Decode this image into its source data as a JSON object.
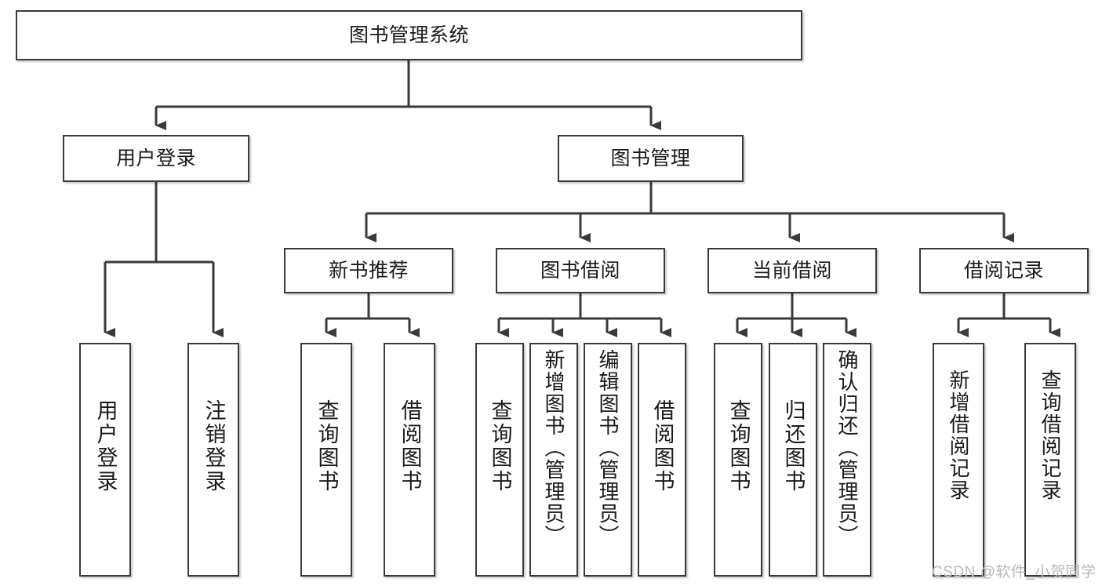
{
  "diagram": {
    "type": "tree",
    "title": "图书管理系统",
    "root": {
      "id": "root",
      "label": "图书管理系统"
    },
    "level2": [
      {
        "id": "user-login",
        "label": "用户登录"
      },
      {
        "id": "book-manage",
        "label": "图书管理"
      }
    ],
    "level3": [
      {
        "id": "new-book-recommend",
        "label": "新书推荐",
        "parent": "book-manage"
      },
      {
        "id": "book-borrow",
        "label": "图书借阅",
        "parent": "book-manage"
      },
      {
        "id": "current-borrow",
        "label": "当前借阅",
        "parent": "book-manage"
      },
      {
        "id": "borrow-record",
        "label": "借阅记录",
        "parent": "book-manage"
      }
    ],
    "leaves": [
      {
        "id": "leaf-user-login",
        "label": "用户登录",
        "parent": "user-login"
      },
      {
        "id": "leaf-logout",
        "label": "注销登录",
        "parent": "user-login"
      },
      {
        "id": "leaf-query-book-1",
        "label": "查询图书",
        "parent": "new-book-recommend"
      },
      {
        "id": "leaf-borrow-book-1",
        "label": "借阅图书",
        "parent": "new-book-recommend"
      },
      {
        "id": "leaf-query-book-2",
        "label": "查询图书",
        "parent": "book-borrow"
      },
      {
        "id": "leaf-add-book",
        "label": "新增图书（管理员）",
        "parent": "book-borrow"
      },
      {
        "id": "leaf-edit-book",
        "label": "编辑图书（管理员）",
        "parent": "book-borrow"
      },
      {
        "id": "leaf-borrow-book-2",
        "label": "借阅图书",
        "parent": "book-borrow"
      },
      {
        "id": "leaf-query-book-3",
        "label": "查询图书",
        "parent": "current-borrow"
      },
      {
        "id": "leaf-return-book",
        "label": "归还图书",
        "parent": "current-borrow"
      },
      {
        "id": "leaf-confirm-return",
        "label": "确认归还（管理员）",
        "parent": "current-borrow"
      },
      {
        "id": "leaf-add-record",
        "label": "新增借阅记录",
        "parent": "borrow-record"
      },
      {
        "id": "leaf-query-record",
        "label": "查询借阅记录",
        "parent": "borrow-record"
      }
    ],
    "colors": {
      "box_border": "#3a3a3a",
      "box_fill": "#ffffff",
      "connector": "#3a3a3a",
      "text": "#1a1a1a",
      "watermark": "#b9b9b9"
    }
  },
  "watermark": {
    "text": "CSDN @软件_小贺同学"
  }
}
